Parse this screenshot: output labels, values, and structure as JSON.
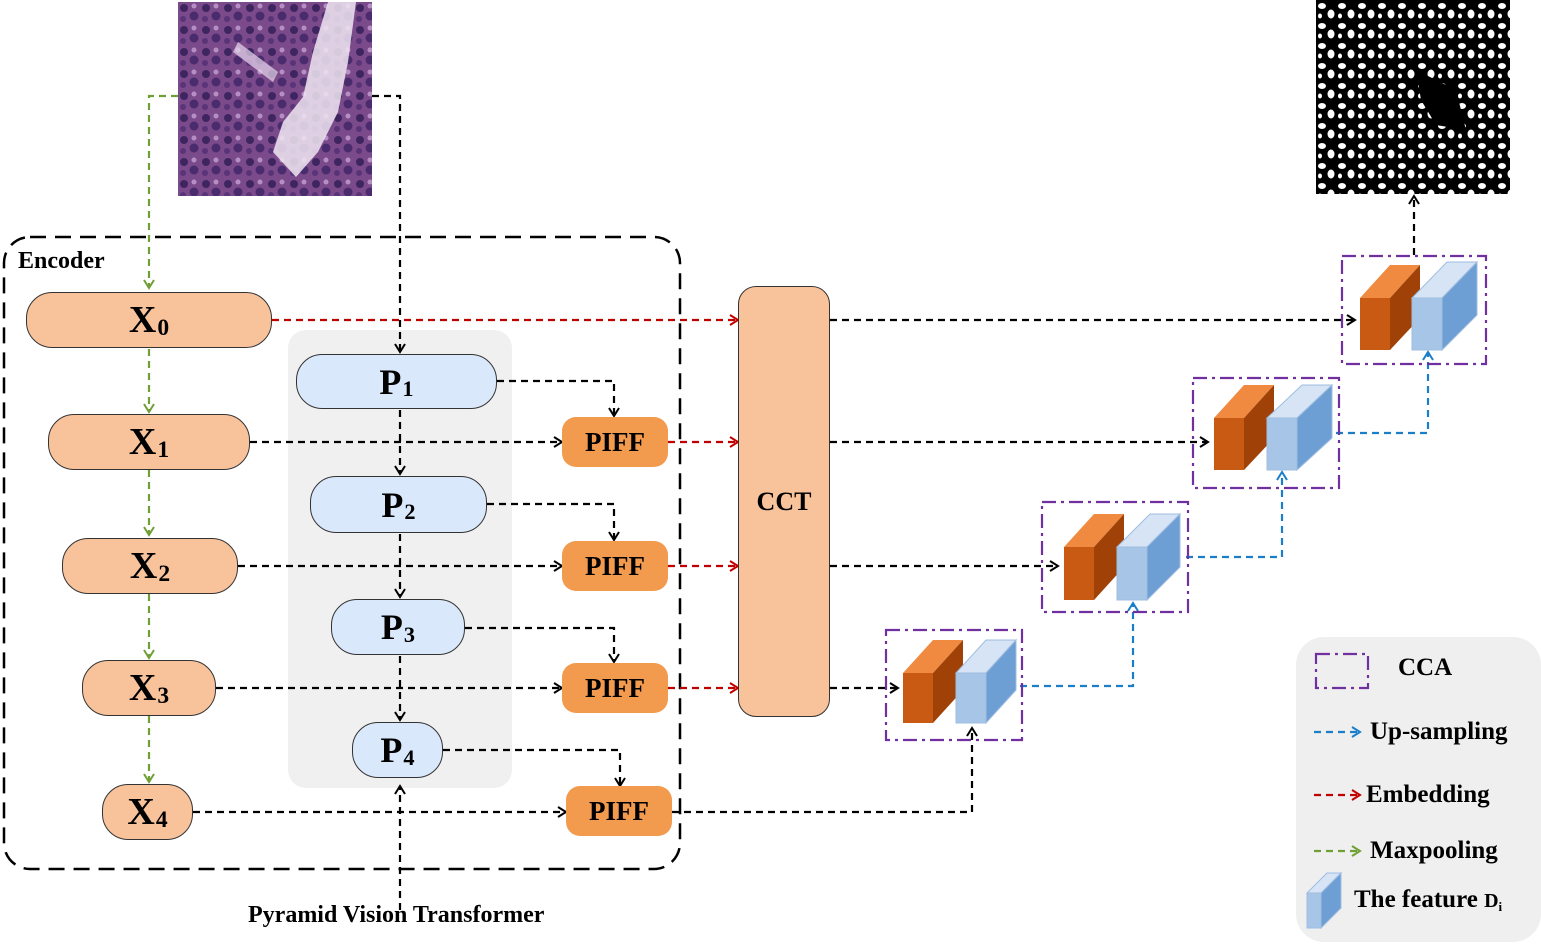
{
  "encoder": {
    "label": "Encoder",
    "nodes": [
      {
        "main": "X",
        "sub": "0"
      },
      {
        "main": "X",
        "sub": "1"
      },
      {
        "main": "X",
        "sub": "2"
      },
      {
        "main": "X",
        "sub": "3"
      },
      {
        "main": "X",
        "sub": "4"
      }
    ]
  },
  "pvt": {
    "label": "Pyramid Vision Transformer",
    "nodes": [
      {
        "main": "P",
        "sub": "1"
      },
      {
        "main": "P",
        "sub": "2"
      },
      {
        "main": "P",
        "sub": "3"
      },
      {
        "main": "P",
        "sub": "4"
      }
    ]
  },
  "piff": [
    "PIFF",
    "PIFF",
    "PIFF",
    "PIFF"
  ],
  "cct": "CCT",
  "legend": {
    "cca": "CCA",
    "upsampling": "Up-sampling",
    "embedding": "Embedding",
    "maxpooling": "Maxpooling",
    "feature_text": "The feature",
    "feature_symbol": "D",
    "feature_sub": "i"
  },
  "colors": {
    "orange_light": "#f8c29b",
    "orange_piff": "#f29a4e",
    "blue_light": "#dae8fb",
    "red_arrow": "#c00000",
    "green_arrow": "#70a035",
    "blue_arrow": "#1a7fc8",
    "cca_purple": "#7030a0"
  }
}
